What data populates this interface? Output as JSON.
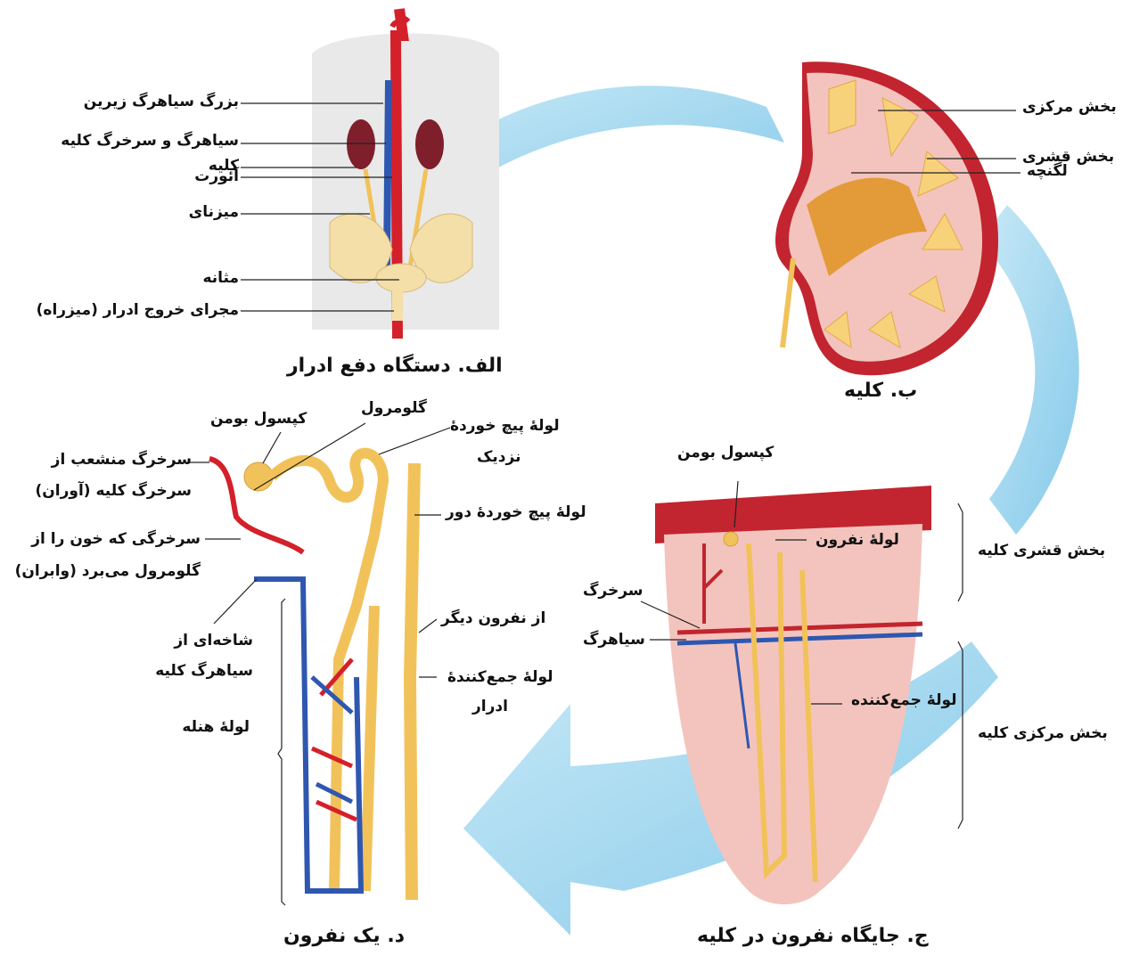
{
  "panels": {
    "a": {
      "caption": "الف. دستگاه دفع ادرار",
      "labels": {
        "vena_cava": "بزرگ سیاهرگ زیرین",
        "renal_vessels": "سیاهرگ و سرخرگ کلیه",
        "kidney": "کلیه",
        "aorta": "آئورت",
        "ureter": "میزنای",
        "bladder": "مثانه",
        "urethra": "مجرای خروج ادرار (میزراه)"
      }
    },
    "b": {
      "caption": "ب. کلیه",
      "labels": {
        "medulla": "بخش مرکزی",
        "cortex": "بخش قشری",
        "pelvis": "لگنچه"
      }
    },
    "c": {
      "caption": "ج. جایگاه نفرون در کلیه",
      "labels": {
        "bowman": "کپسول بومن",
        "nephron_tube": "لولهٔ نفرون",
        "artery": "سرخرگ",
        "vein": "سیاهرگ",
        "collecting": "لولهٔ جمع‌کننده",
        "cortex_region": "بخش قشری کلیه",
        "medulla_region": "بخش مرکزی کلیه"
      }
    },
    "d": {
      "caption": "د. یک نفرون",
      "labels": {
        "bowman": "کپسول بومن",
        "glomerulus": "گلومرول",
        "proximal_l1": "لولهٔ پیچ خوردهٔ",
        "proximal_l2": "نزدیک",
        "distal": "لولهٔ پیچ خوردهٔ دور",
        "afferent_l1": "سرخرگ منشعب از",
        "afferent_l2": "سرخرگ کلیه (آوران)",
        "efferent_l1": "سرخرگی که خون را از",
        "efferent_l2": "گلومرول می‌برد (وابران)",
        "from_other": "از نفرون دیگر",
        "vein_branch_l1": "شاخه‌ای از",
        "vein_branch_l2": "سیاهرگ کلیه",
        "henle": "لولهٔ هنله",
        "collecting_l1": "لولهٔ جمع‌کنندهٔ",
        "collecting_l2": "ادرار"
      }
    }
  },
  "colors": {
    "artery": "#d4202a",
    "vein": "#2f57b0",
    "tubule": "#f2c25a",
    "kidney_cortex": "#f3c4bd",
    "capsule": "#c2252f",
    "arrow": "#8fd0ec",
    "bone": "#f4dfa9",
    "body": "#e8e8e8"
  }
}
